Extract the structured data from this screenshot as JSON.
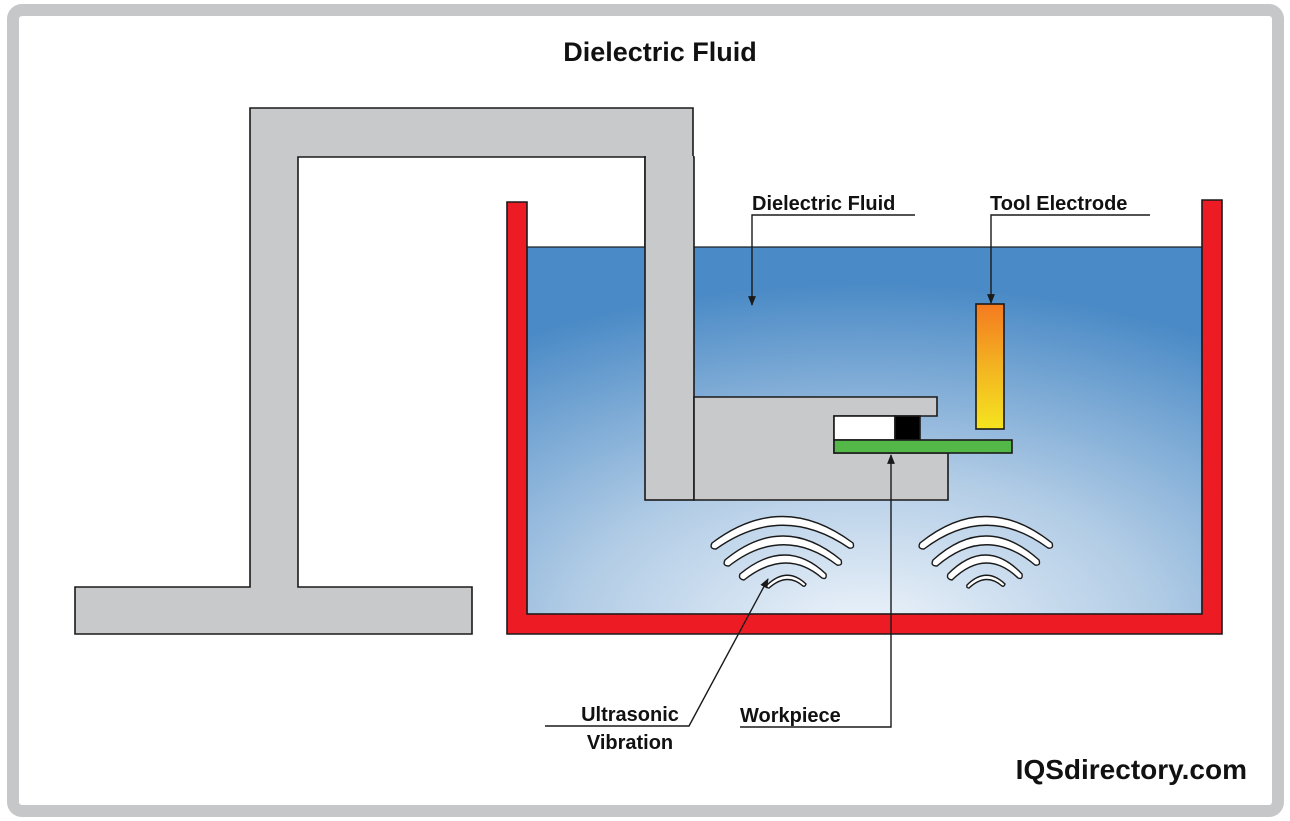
{
  "title": "Dielectric Fluid",
  "labels": {
    "dielectric_fluid": "Dielectric Fluid",
    "tool_electrode": "Tool Electrode",
    "workpiece": "Workpiece",
    "ultrasonic_line1": "Ultrasonic",
    "ultrasonic_line2": "Vibration"
  },
  "brand": "IQSdirectory.com",
  "colors": {
    "frame": "#c6c7c9",
    "stand": "#c8c9cb",
    "tank": "#ed1c24",
    "fluid_light": "#eef4fb",
    "fluid_dark": "#4a8ac6",
    "workpiece": "#54b848",
    "electrode_top": "#f47a20",
    "electrode_bottom": "#f5e41f",
    "insulator": "#ffffff",
    "clamp": "#000000"
  }
}
